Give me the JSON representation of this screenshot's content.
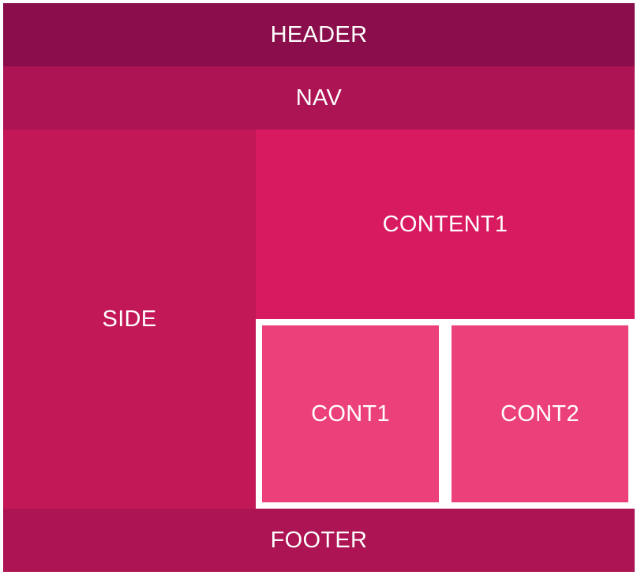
{
  "layout": {
    "header": "HEADER",
    "nav": "NAV",
    "side": "SIDE",
    "content1": "CONTENT1",
    "cont1": "CONT1",
    "cont2": "CONT2",
    "footer": "FOOTER"
  },
  "colors": {
    "header": "#8a0e4b",
    "nav": "#ad1454",
    "side": "#c21857",
    "content1": "#d81b60",
    "cont": "#ec407a",
    "footer": "#ad1454",
    "gutter": "#ffffff"
  }
}
